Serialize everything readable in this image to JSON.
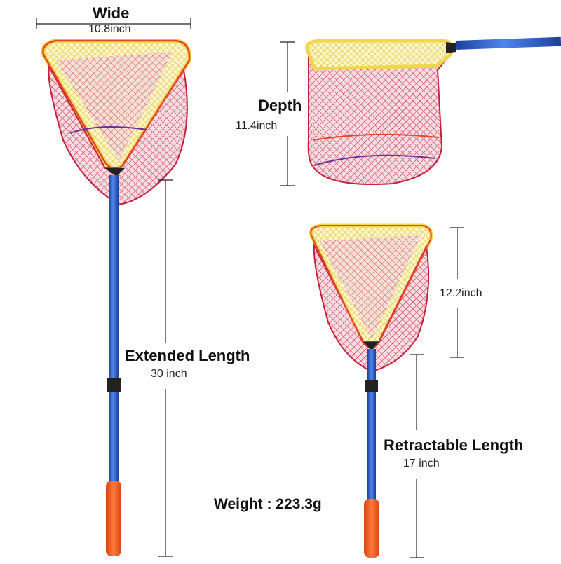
{
  "labels": {
    "wide": "Wide",
    "wide_value": "10.8inch",
    "depth": "Depth",
    "depth_value": "11.4inch",
    "head_length_value": "12.2inch",
    "extended": "Extended Length",
    "extended_value": "30 inch",
    "retractable": "Retractable Length",
    "retractable_value": "17 inch",
    "weight": "Weight : 223.3g"
  },
  "colors": {
    "rim_yellow": "#f2d64b",
    "rim_red": "#e4452b",
    "mesh_red": "#c8203c",
    "mesh_purple": "#6a2f9a",
    "handle_blue": "#2f63cf",
    "grip_orange": "#f25b23",
    "collar_dark": "#222222"
  }
}
